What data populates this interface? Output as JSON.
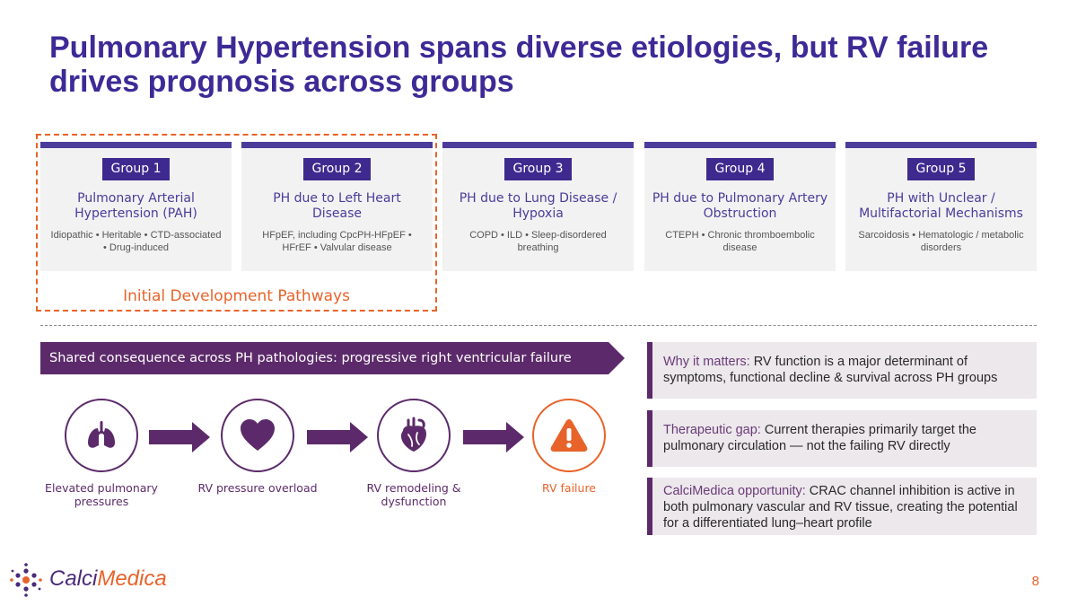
{
  "slide": {
    "title": "Pulmonary Hypertension spans diverse etiologies, but RV failure drives prognosis across groups",
    "page_number": "8"
  },
  "groups": [
    {
      "badge": "Group 1",
      "name": "Pulmonary Arterial Hypertension (PAH)",
      "desc": "Idiopathic • Heritable • CTD-associated • Drug-induced"
    },
    {
      "badge": "Group 2",
      "name": "PH due to Left Heart Disease",
      "desc": "HFpEF, including CpcPH-HFpEF • HFrEF • Valvular disease"
    },
    {
      "badge": "Group 3",
      "name": "PH due to Lung Disease / Hypoxia",
      "desc": "COPD • ILD • Sleep-disordered breathing"
    },
    {
      "badge": "Group 4",
      "name": "PH due to Pulmonary Artery Obstruction",
      "desc": "CTEPH • Chronic thromboembolic disease"
    },
    {
      "badge": "Group 5",
      "name": "PH with Unclear / Multifactorial Mechanisms",
      "desc": "Sarcoidosis • Hematologic / metabolic disorders"
    }
  ],
  "initial_pathways_label": "Initial Development Pathways",
  "shared_banner": "Shared consequence across PH pathologies: progressive right ventricular failure",
  "flow": [
    {
      "label": "Elevated pulmonary pressures",
      "icon": "lungs-icon"
    },
    {
      "label": "RV pressure overload",
      "icon": "heart-icon"
    },
    {
      "label": "RV remodeling & dysfunction",
      "icon": "anatomical-heart-icon"
    },
    {
      "label": "RV failure",
      "icon": "warning-icon"
    }
  ],
  "callouts": [
    {
      "head": "Why it matters:",
      "body": " RV function is a major determinant of symptoms, functional decline & survival across PH groups"
    },
    {
      "head": "Therapeutic gap:",
      "body": " Current therapies primarily target the pulmonary circulation — not the failing RV directly"
    },
    {
      "head": "CalciMedica opportunity:",
      "body": " CRAC channel inhibition is active in both pulmonary vascular and RV tissue, creating the potential for a differentiated lung–heart profile"
    }
  ],
  "logo": {
    "part1": "Calci",
    "part2": "Medica"
  },
  "colors": {
    "title": "#3d2a96",
    "accent_orange": "#e8632a",
    "plum": "#5c2a6a",
    "card_bar": "#4b3b9a"
  }
}
